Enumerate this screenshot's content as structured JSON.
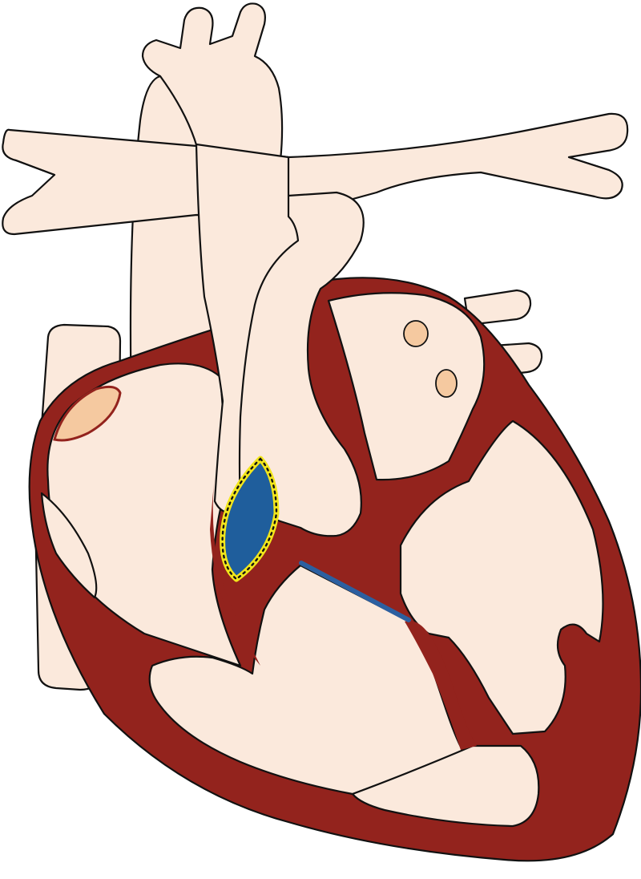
{
  "diagram": {
    "colors": {
      "background": "#ffffff",
      "vessel_fill": "#fbe9dc",
      "myocardium": "#93231d",
      "outline": "#111111",
      "vein_openings": "#f5c9a0",
      "patch_fill": "#1f5e9c",
      "patch_border": "#f2e61b",
      "stitches": "#111111",
      "conduction_line": "#2c5fa0"
    },
    "structures": [
      "superior-vena-cava",
      "inferior-vena-cava",
      "aorta",
      "aortic-arch-branches",
      "pulmonary-artery",
      "left-pulmonary-artery",
      "right-pulmonary-artery",
      "pulmonary-veins",
      "right-atrium",
      "left-atrium",
      "right-ventricle",
      "left-ventricle",
      "interventricular-septum",
      "septal-patch",
      "conduction-pathway"
    ]
  }
}
